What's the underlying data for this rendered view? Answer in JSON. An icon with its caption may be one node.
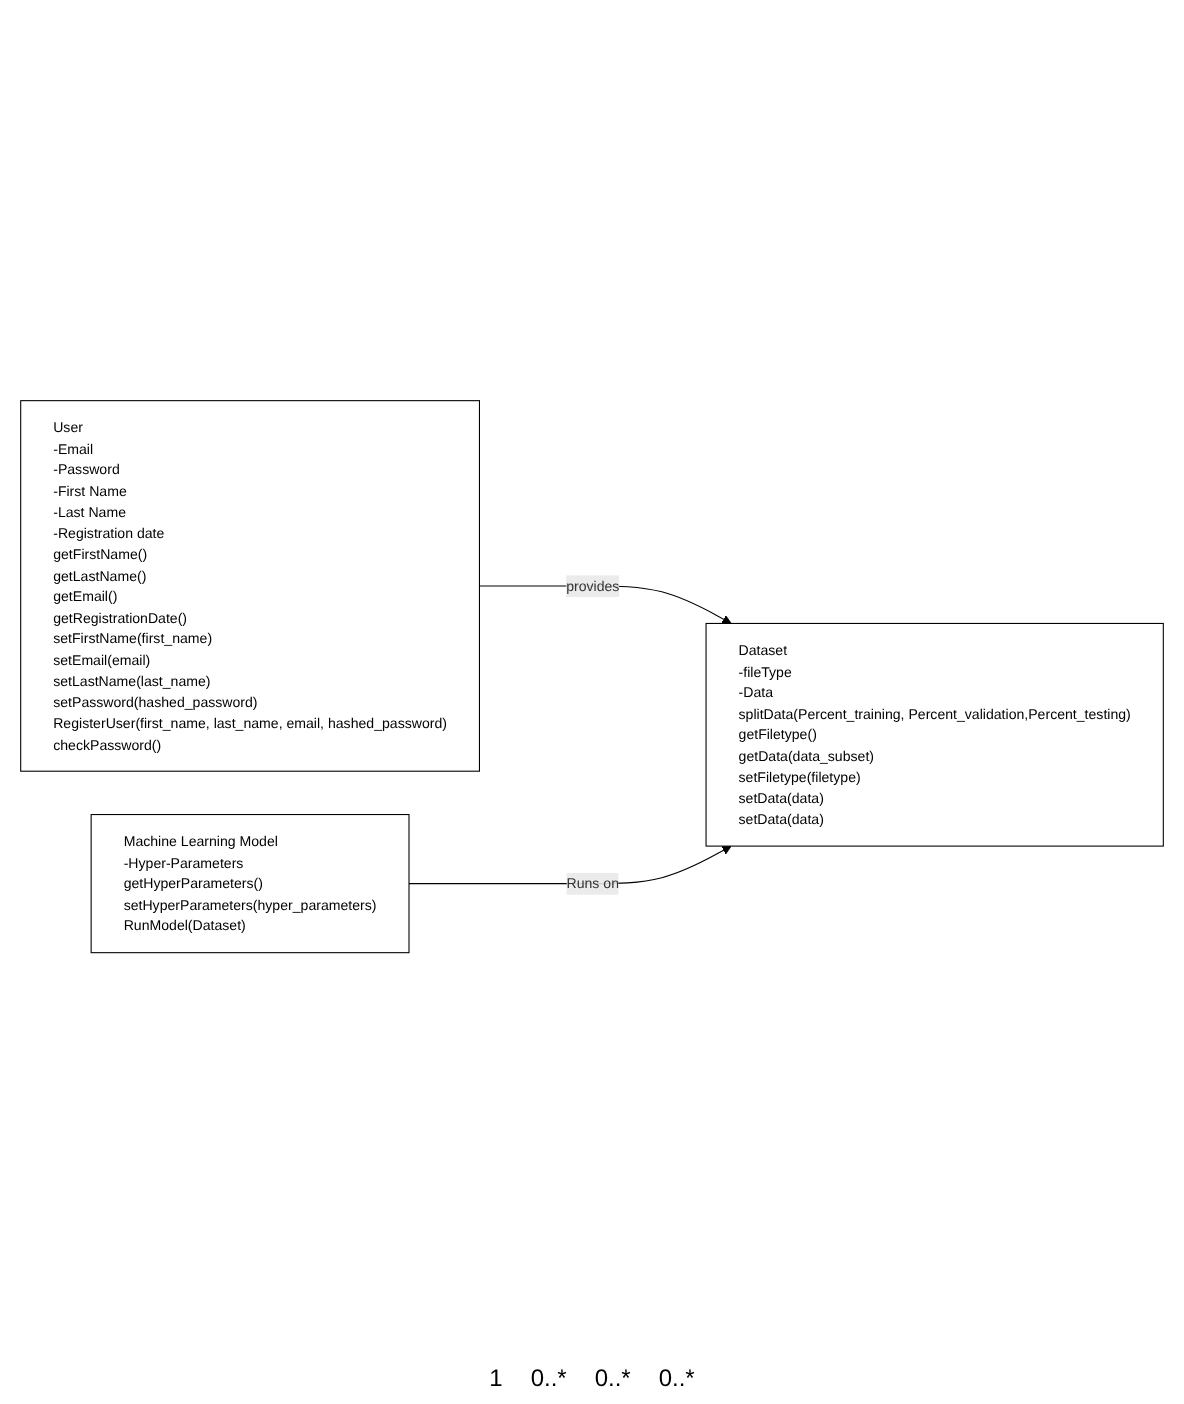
{
  "diagram": {
    "nodes": [
      {
        "text": [
          "Dataset",
          "-fileType",
          "-Data",
          "splitData(Percent_training, Percent_validation,Percent_testing)",
          "getFiletype()",
          "getData(data_subset)",
          "setFiletype(filetype)",
          "setData(data)",
          "setData(data)"
        ]
      },
      {
        "text": [
          "User",
          "-Email",
          "-Password",
          "-First Name",
          "-Last Name",
          "-Registration date",
          "getFirstName()",
          "getLastName()",
          "getEmail()",
          "getRegistrationDate()",
          "setFirstName(first_name)",
          "setEmail(email)",
          "setLastName(last_name)",
          "setPassword(hashed_password)",
          "RegisterUser(first_name, last_name, email, hashed_password)",
          "checkPassword()"
        ]
      },
      {
        "text": [
          "Machine Learning Model",
          "-Hyper-Parameters",
          "getHyperParameters()",
          "setHyperParameters(hyper_parameters)",
          "RunModel(Dataset)"
        ]
      }
    ],
    "edges": [
      {
        "from": 1,
        "to": 0,
        "arrow": "to",
        "label": "provides"
      },
      {
        "from": 2,
        "to": 0,
        "arrow": "to",
        "label": "Runs on"
      }
    ],
    "labels": [
      "1",
      "0..*",
      "0..*",
      "0..*"
    ]
  }
}
